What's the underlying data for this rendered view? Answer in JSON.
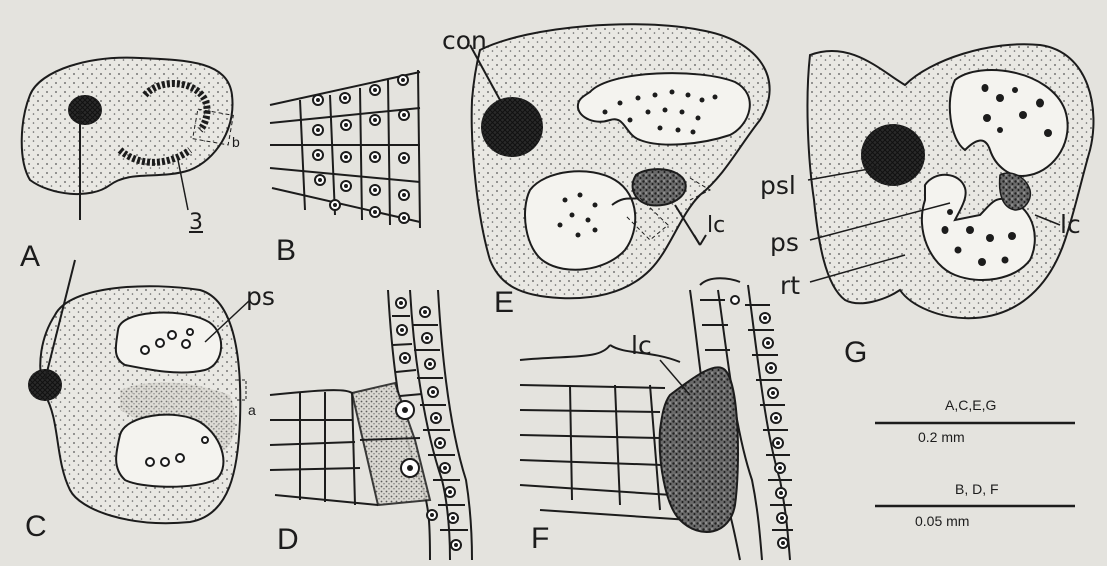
{
  "panels": [
    "A",
    "B",
    "C",
    "D",
    "E",
    "F",
    "G"
  ],
  "labels": {
    "con": "con",
    "ps_c": "ps",
    "lc_e": "lc",
    "lc_f": "lc",
    "psl": "psl",
    "ps_g": "ps",
    "lc_g": "lc",
    "rt": "rt",
    "a_c": "a",
    "b_a": "b",
    "three": "3"
  },
  "scale_bars": [
    {
      "groups": "A,C,E,G",
      "length": "0.2 mm"
    },
    {
      "groups": "B, D, F",
      "length": "0.05 mm"
    }
  ],
  "colors": {
    "ink": "#1c1c1c",
    "paper": "#e4e3de",
    "stipple": "#cfcdc6",
    "cavity": "#f4f3ef"
  }
}
